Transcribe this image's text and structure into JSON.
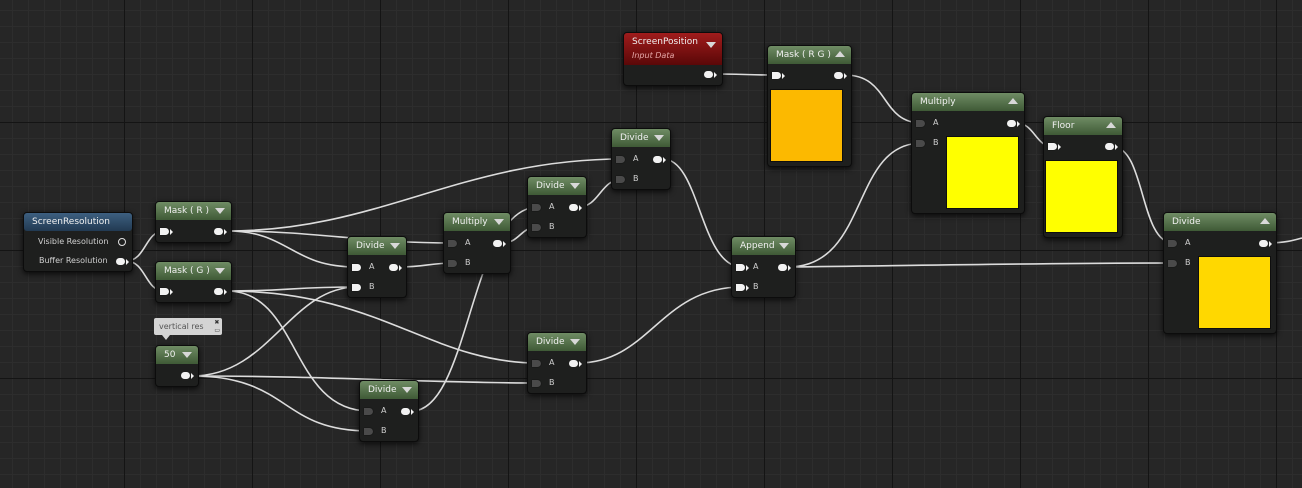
{
  "nodes": {
    "screen_resolution": {
      "title": "ScreenResolution",
      "pins": [
        "Visible Resolution",
        "Buffer Resolution"
      ]
    },
    "mask_r": {
      "title": "Mask ( R )"
    },
    "mask_g": {
      "title": "Mask ( G )"
    },
    "constant": {
      "title": "50",
      "comment": "vertical res"
    },
    "divide_1": {
      "title": "Divide",
      "pin_a": "A",
      "pin_b": "B"
    },
    "multiply_1": {
      "title": "Multiply",
      "pin_a": "A",
      "pin_b": "B"
    },
    "divide_2": {
      "title": "Divide",
      "pin_a": "A",
      "pin_b": "B"
    },
    "divide_3": {
      "title": "Divide",
      "pin_a": "A",
      "pin_b": "B"
    },
    "divide_4": {
      "title": "Divide",
      "pin_a": "A",
      "pin_b": "B"
    },
    "divide_5": {
      "title": "Divide",
      "pin_a": "A",
      "pin_b": "B"
    },
    "append": {
      "title": "Append",
      "pin_a": "A",
      "pin_b": "B"
    },
    "screen_position": {
      "title": "ScreenPosition",
      "subtitle": "Input Data"
    },
    "mask_rg": {
      "title": "Mask ( R G )"
    },
    "multiply_2": {
      "title": "Multiply",
      "pin_a": "A",
      "pin_b": "B"
    },
    "floor": {
      "title": "Floor"
    },
    "divide_6": {
      "title": "Divide",
      "pin_a": "A",
      "pin_b": "B"
    }
  },
  "colors": {
    "mask_rg_preview": "#fcb900",
    "multiply_preview": "#ffff00",
    "floor_preview": "#ffff00",
    "divide_preview": "#ffd800"
  }
}
